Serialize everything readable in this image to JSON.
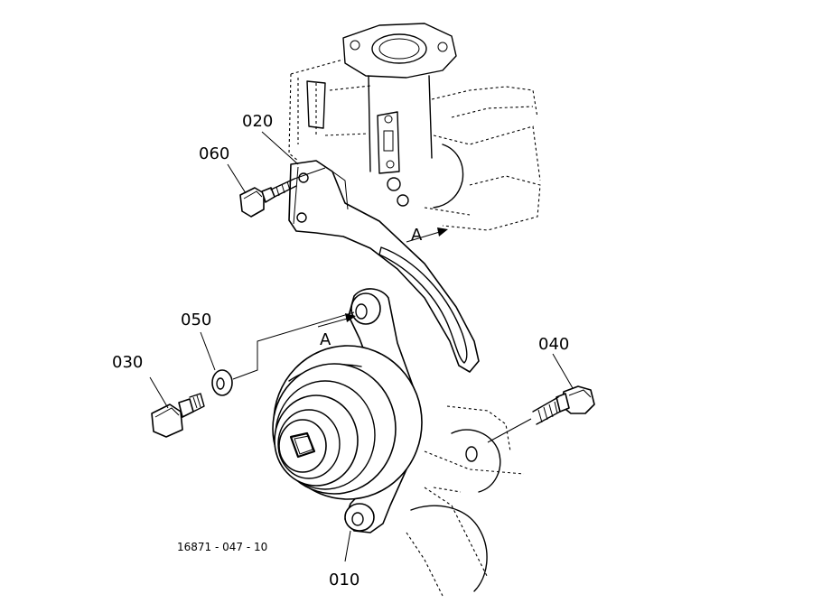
{
  "callouts": {
    "p010": "010",
    "p020": "020",
    "p030": "030",
    "p040": "040",
    "p050": "050",
    "p060": "060"
  },
  "view_markers": {
    "upper": "A",
    "lower": "A"
  },
  "figure_ref": "16871 - 047 - 10"
}
